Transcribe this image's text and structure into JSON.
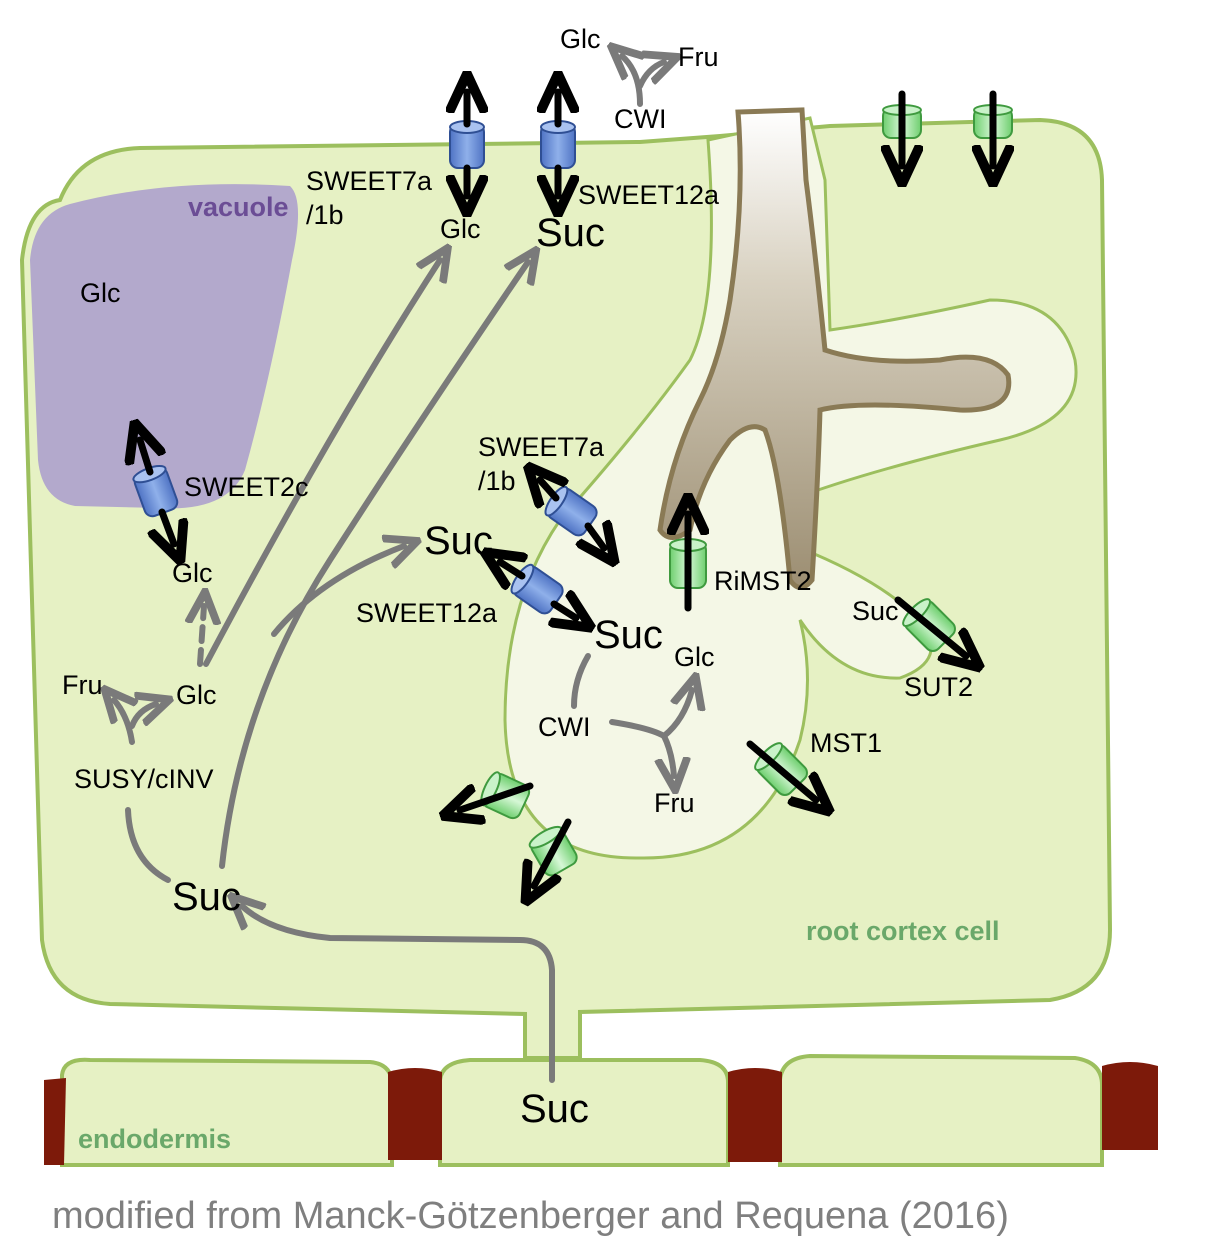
{
  "labels": {
    "vacuole": "vacuole",
    "vacuole_glc": "Glc",
    "sweet7a_top": "SWEET7a",
    "sweet7a_top_b": "/1b",
    "glc_top": "Glc",
    "suc_top": "Suc",
    "sweet12a_top": "SWEET12a",
    "apo_glc": "Glc",
    "apo_fru": "Fru",
    "apo_cwi": "CWI",
    "sweet2c": "SWEET2c",
    "cyto_glc_a": "Glc",
    "cyto_glc_b": "Glc",
    "cyto_fru": "Fru",
    "susy": "SUSY/cINV",
    "cyto_suc": "Suc",
    "sweet7a_mid": "SWEET7a",
    "sweet7a_mid_b": "/1b",
    "suc_mid": "Suc",
    "sweet12a_mid": "SWEET12a",
    "peri_suc": "Suc",
    "peri_glc": "Glc",
    "peri_cwi": "CWI",
    "peri_fru": "Fru",
    "rimst2": "RiMST2",
    "suc_sut2": "Suc",
    "sut2": "SUT2",
    "mst1": "MST1",
    "root_cortex": "root cortex cell",
    "endodermis": "endodermis",
    "endo_suc": "Suc",
    "caption": "modified from Manck-Götzenberger and  Requena (2016)"
  },
  "colors": {
    "cell_fill": "#e6f1c4",
    "cell_stroke": "#9cbf5e",
    "vacuole_fill": "#b3a9cc",
    "interface_fill": "#f4f7e6",
    "fungus_dark": "#9c8e72",
    "fungus_light": "#ffffff",
    "sweet_blue": "#6f92d8",
    "transporter_green": "#a8e6a8",
    "casparian": "#7d1a0a",
    "grey_arrow": "#7a7a7a"
  }
}
